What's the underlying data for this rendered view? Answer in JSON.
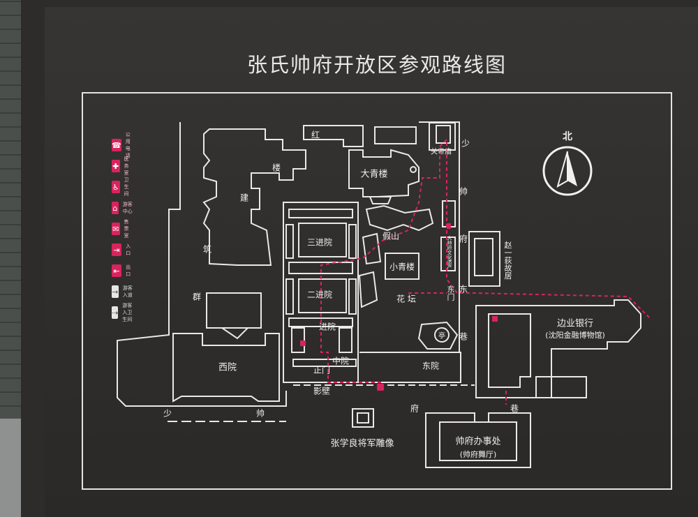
{
  "title": "张氏帅府开放区参观路线图",
  "legend": [
    {
      "icon": "phone-icon",
      "glyph": "☎",
      "label": "公用电话",
      "style": "pink"
    },
    {
      "icon": "medical-cross-icon",
      "glyph": "✚",
      "label": "医务室",
      "style": "pink"
    },
    {
      "icon": "restroom-icon",
      "glyph": "♿",
      "label": "卫生间",
      "style": "pink"
    },
    {
      "icon": "visitor-center-icon",
      "glyph": "⌂",
      "label": "游客中心",
      "style": "pink"
    },
    {
      "icon": "ticket-office-icon",
      "glyph": "✉",
      "label": "售票室",
      "style": "pink"
    },
    {
      "icon": "entrance-icon",
      "glyph": "⇥",
      "label": "入口",
      "style": "pink"
    },
    {
      "icon": "exit-icon",
      "glyph": "⇤",
      "label": "出口",
      "style": "pink"
    },
    {
      "icon": "route-icon",
      "glyph": "→",
      "label": "游客入道",
      "style": "white"
    },
    {
      "icon": "route-icon-2",
      "glyph": "⇢",
      "label": "游客入卫生间",
      "style": "white"
    }
  ],
  "north_label": "北",
  "labels": {
    "hong": "红",
    "lou": "楼",
    "jian": "建",
    "zhu": "筑",
    "qun": "群",
    "daqinglou": "大青楼",
    "guandimiao": "关帝庙",
    "shao": "少",
    "shuai": "帅",
    "fu": "府",
    "xiang": "巷",
    "jiashan": "假山",
    "sanjinyuan": "三进院",
    "erjinyuan": "二进院",
    "yijinyuan": "一进院",
    "xiaoqinglou": "小青楼",
    "huatan": "花  坛",
    "ting": "亭",
    "dongmen": "东门",
    "xiyuan": "西院",
    "zhongyuan": "中院",
    "zhengmen": "正门",
    "dongyuan": "东院",
    "yingbi": "影壁",
    "zhaoyidi": "赵一荻故居",
    "wenhua_note": "大帅府文化遗产",
    "bank": "边业银行",
    "bank_sub": "(沈阳金融博物馆)",
    "statue": "张学良将军雕像",
    "office": "帅府办事处",
    "office_sub": "(帅府舞厅)",
    "bottom_shao": "少",
    "bottom_shuai": "帅",
    "bottom_fu": "府",
    "bottom_xiang": "巷",
    "east_dong": "东"
  },
  "colors": {
    "line": "#e9e9e7",
    "route": "#d8245c",
    "board": "#2f2d2b"
  }
}
